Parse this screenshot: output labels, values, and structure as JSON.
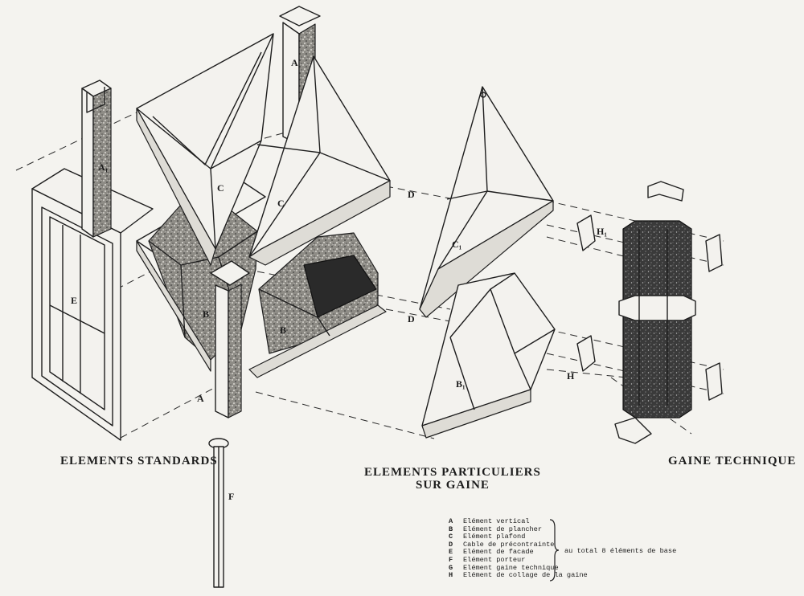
{
  "captions": {
    "standard": "ELEMENTS STANDARDS",
    "particular_line1": "ELEMENTS PARTICULIERS",
    "particular_line2": "SUR GAINE",
    "technical": "GAINE TECHNIQUE"
  },
  "part_labels": {
    "a_top": "A",
    "a_side": "A₁",
    "a_lower": "A",
    "c_left": "C",
    "c_mid": "C",
    "c_right": "C₁",
    "d_upper": "D",
    "d_lower": "D",
    "e_facade": "E",
    "b_left": "B",
    "b_mid": "B",
    "b_right": "B₁",
    "h_upper": "H₁",
    "h_lower": "H",
    "f_pillar": "F"
  },
  "legend": {
    "items": [
      {
        "code": "A",
        "text": "Elément vertical"
      },
      {
        "code": "B",
        "text": "Elément de plancher"
      },
      {
        "code": "C",
        "text": "Elément plafond"
      },
      {
        "code": "D",
        "text": "Cable de précontrainte"
      },
      {
        "code": "E",
        "text": "Elément de facade"
      },
      {
        "code": "F",
        "text": "Elément porteur"
      },
      {
        "code": "G",
        "text": "Elément gaine technique"
      },
      {
        "code": "H",
        "text": "Elément de collage de la gaine"
      }
    ],
    "total": "au total  8 éléments de base"
  }
}
